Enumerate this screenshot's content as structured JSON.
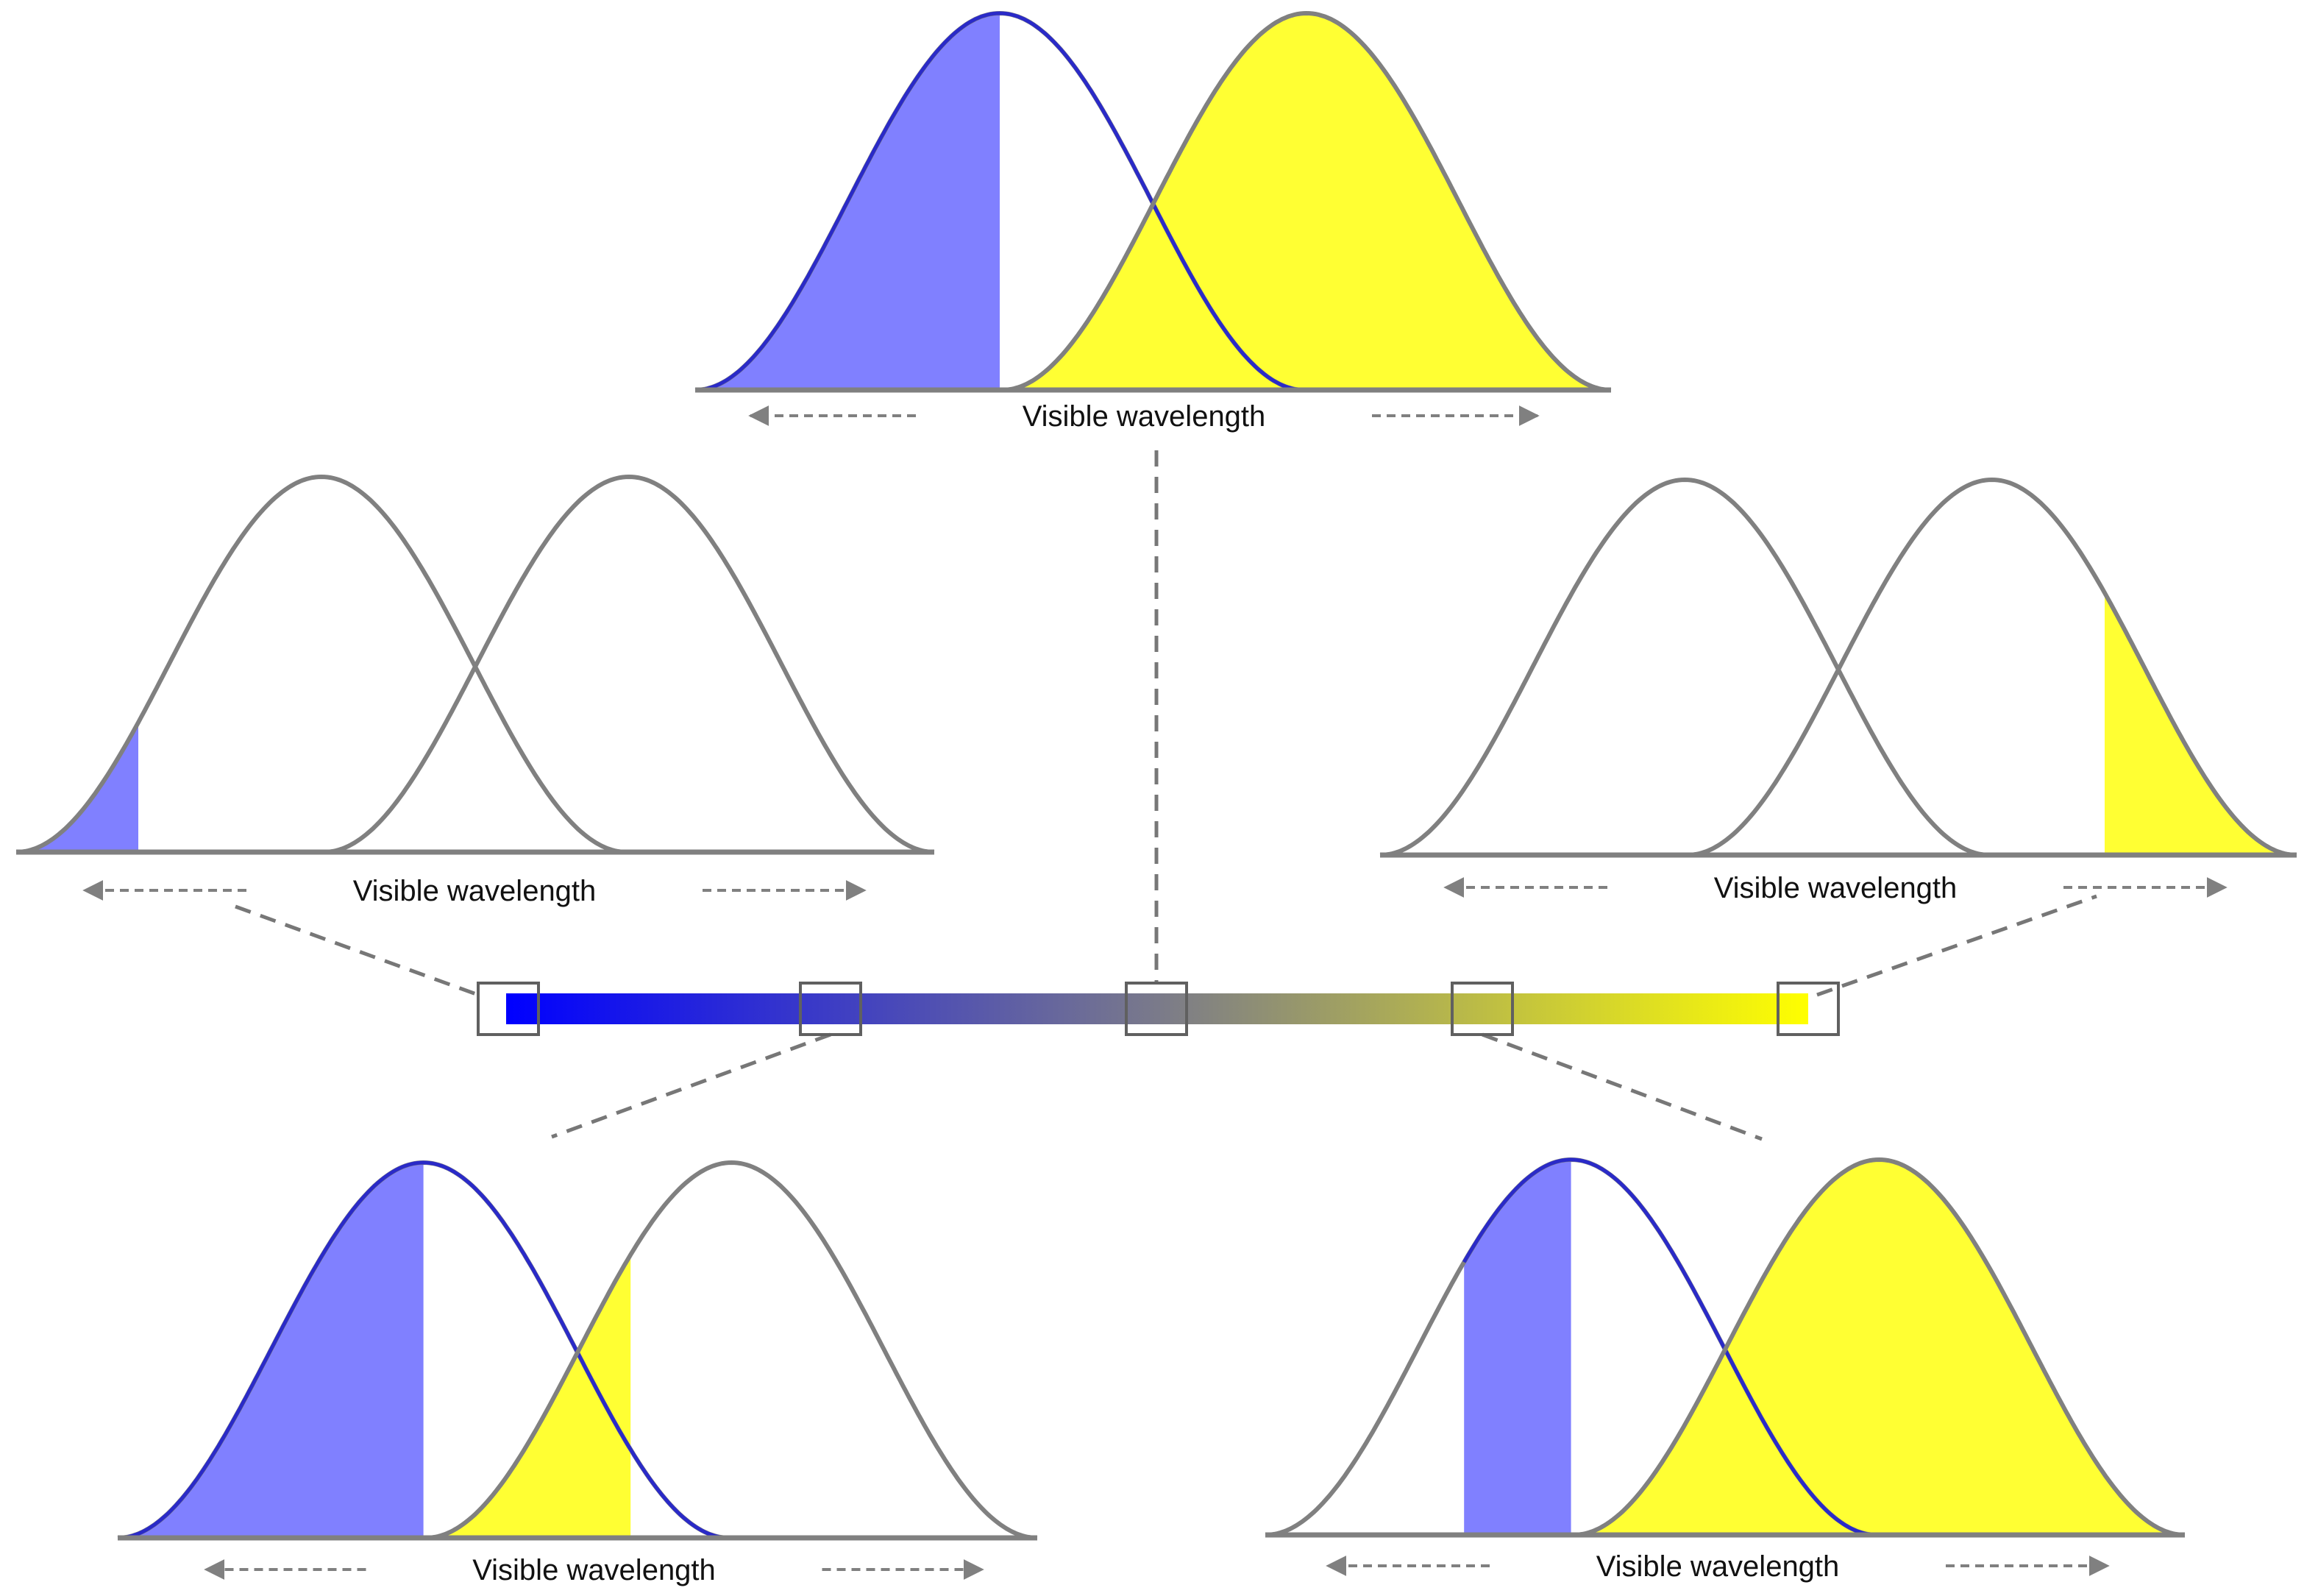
{
  "colors": {
    "blue_fill": "#8080ff",
    "blue_stroke": "#2a2ac8",
    "yellow_fill": "#ffff33",
    "overlap_fill": "#7f7fa0",
    "curve_stroke": "#808080",
    "connector": "#777777",
    "spectrum_start": "#0000ff",
    "spectrum_mid": "#7a7a8a",
    "spectrum_end": "#ffff00"
  },
  "spectrum": {
    "markers": [
      "marker-blue-end",
      "marker-blue-mid",
      "marker-center",
      "marker-yellow-mid",
      "marker-yellow-end"
    ]
  },
  "panels": [
    {
      "id": "top-center",
      "axis_label": "Visible wavelength",
      "blue_fill": [
        0.0,
        0.5
      ],
      "yellow_fill": [
        0.0,
        1.0
      ],
      "overlap_fill": true
    },
    {
      "id": "mid-left",
      "axis_label": "Visible wavelength",
      "blue_fill": [
        0.0,
        0.2
      ],
      "yellow_fill": null,
      "overlap_fill": false
    },
    {
      "id": "mid-right",
      "axis_label": "Visible wavelength",
      "blue_fill": null,
      "yellow_fill": [
        0.685,
        1.0
      ],
      "overlap_fill": false
    },
    {
      "id": "bottom-left",
      "axis_label": "Visible wavelength",
      "blue_fill": [
        0.0,
        0.5
      ],
      "yellow_fill": [
        0.0,
        0.335
      ],
      "overlap_fill": true
    },
    {
      "id": "bottom-right",
      "axis_label": "Visible wavelength",
      "blue_fill": [
        0.325,
        0.5
      ],
      "yellow_fill": [
        0.0,
        1.0
      ],
      "overlap_fill": true
    }
  ]
}
